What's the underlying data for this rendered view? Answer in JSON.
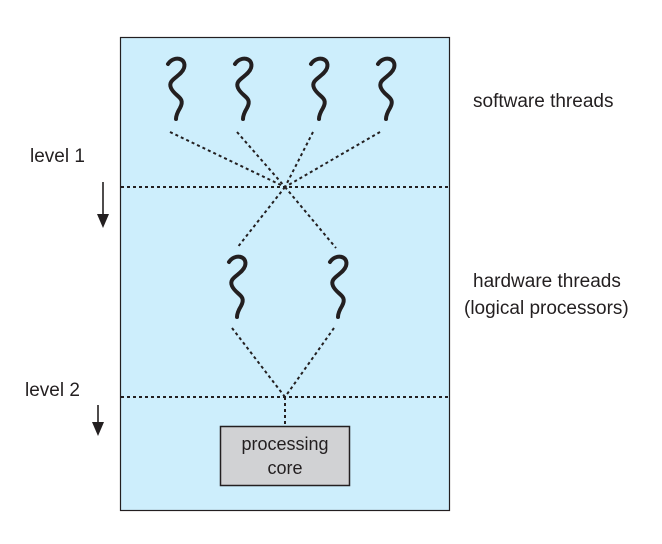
{
  "labels": {
    "software_threads": "software threads",
    "hardware_threads_line1": "hardware threads",
    "hardware_threads_line2": "(logical processors)",
    "level1": "level 1",
    "level2": "level 2",
    "core_line1": "processing",
    "core_line2": "core"
  },
  "colors": {
    "panel_fill": "#cdeefc",
    "panel_stroke": "#231f20",
    "core_fill": "#d1d2d4",
    "line": "#231f20"
  },
  "icons": {
    "thread": "squiggle-thread-icon",
    "arrow": "down-arrow-icon"
  },
  "counts": {
    "software_threads": 4,
    "hardware_threads": 2
  }
}
